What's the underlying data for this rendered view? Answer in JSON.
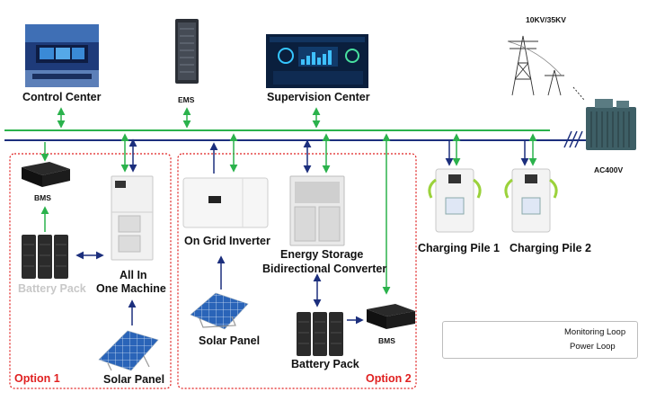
{
  "labels": {
    "control_center": "Control Center",
    "ems": "EMS",
    "supervision_center": "Supervision Center",
    "voltage": "10KV/35KV",
    "ac400v": "AC400V",
    "bms_left": "BMS",
    "battery_pack_left": "Battery Pack",
    "all_in_one_line1": "All In",
    "all_in_one_line2": "One Machine",
    "solar_panel_left": "Solar Panel",
    "on_grid_inverter": "On Grid Inverter",
    "energy_storage_line1": "Energy Storage",
    "energy_storage_line2": "Bidirectional Converter",
    "solar_panel_mid": "Solar Panel",
    "battery_pack_mid": "Battery Pack",
    "bms_mid": "BMS",
    "charging_pile_1": "Charging Pile 1",
    "charging_pile_2": "Charging Pile 2",
    "option_1": "Option 1",
    "option_2": "Option 2"
  },
  "legend": {
    "monitoring": "Monitoring Loop",
    "power": "Power Loop"
  },
  "colors": {
    "monitoring_loop": "#2bb24c",
    "power_loop": "#1c2f7d",
    "option_border": "#e02020",
    "faded_label": "#c8c8c8"
  }
}
